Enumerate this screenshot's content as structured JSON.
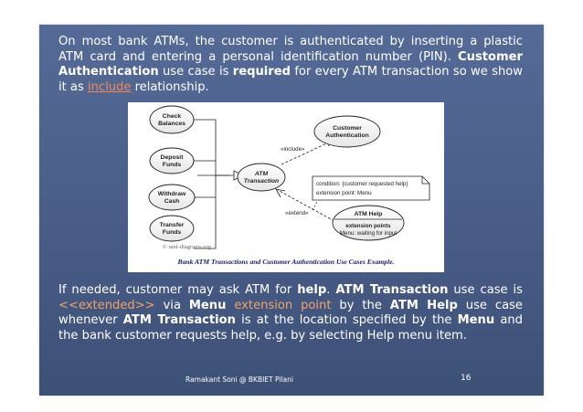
{
  "para1": {
    "t1": "On most bank ATMs, the customer is authenticated by inserting a plastic ATM card and entering a personal identification number (PIN). ",
    "b1": "Customer Authentication",
    "t2": " use case is ",
    "b2": "required",
    "t3": " for every ATM transaction so we show it as ",
    "link": "include",
    "t4": " relationship."
  },
  "diagram": {
    "uc_check": [
      "Check",
      "Balances"
    ],
    "uc_deposit": [
      "Deposit",
      "Funds"
    ],
    "uc_withdraw": [
      "Withdraw",
      "Cash"
    ],
    "uc_transfer": [
      "Transfer",
      "Funds"
    ],
    "uc_atm": [
      "ATM",
      "Transaction"
    ],
    "uc_auth": [
      "Customer",
      "Authentication"
    ],
    "uc_help_title": "ATM Help",
    "uc_help_ep": "extension points",
    "uc_help_menu": "Menu: waiting for input",
    "include_label": "«include»",
    "extend_label": "«extend»",
    "note_line1": "condition: {customer requested help}",
    "note_line2": "extension point: Menu",
    "copyright": "© uml-diagrams.org",
    "caption": "Bank ATM Transactions and Customer Authentication Use Cases Example."
  },
  "para2": {
    "t1": "If needed, customer may ask ATM for ",
    "b1": "help",
    "t2": ". ",
    "b2": "ATM Transaction",
    "t3": " use case is ",
    "ext": "<<extended>>",
    "t4": " via ",
    "b3": "Menu",
    "t5": " ",
    "ep": "extension point",
    "t6": " by the ",
    "b4": "ATM Help",
    "t7": " use case whenever ",
    "b5": "ATM Transaction",
    "t8": " is at the location specified by the ",
    "b6": "Menu",
    "t9": " and the bank customer requests help, e.g. by selecting Help menu item."
  },
  "footer": "Ramakant Soni @ BKBIET Pilani",
  "page_number": "16"
}
